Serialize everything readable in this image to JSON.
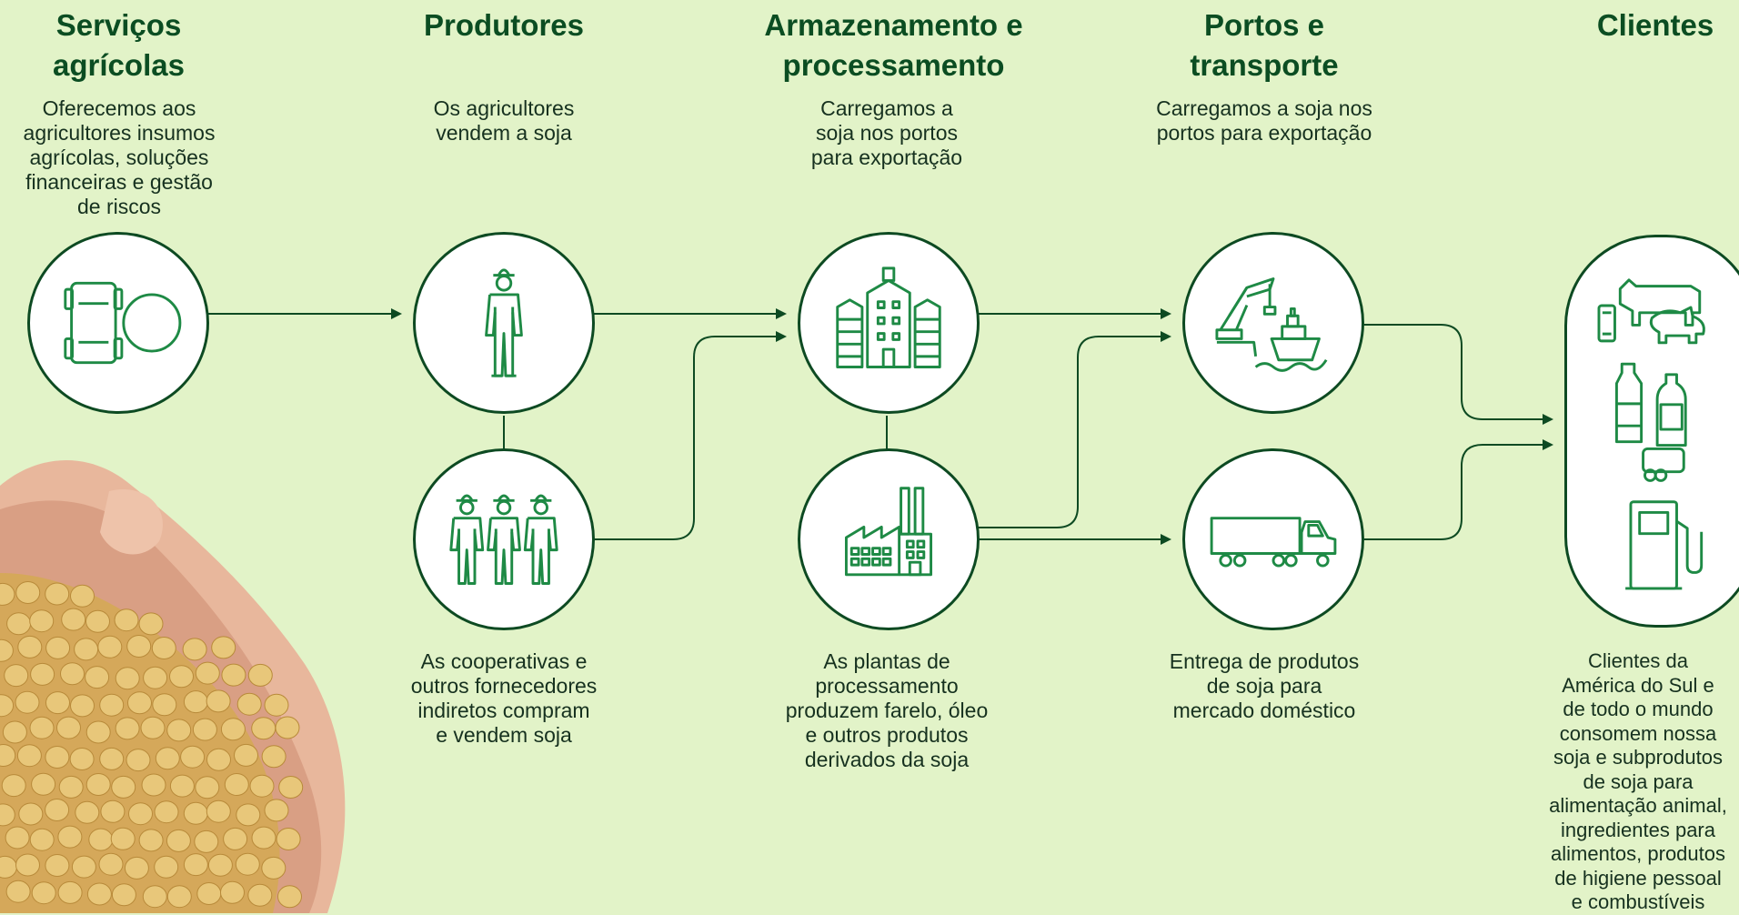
{
  "stages": {
    "services": {
      "title": "Serviços\nagrícolas",
      "description": "Oferecemos aos\nagricultores insumos\nagrícolas, soluções\nfinanceiras e gestão\nde riscos",
      "icon": "tractor-icon"
    },
    "producers": {
      "title": "Produtores",
      "description": "Os agricultores\nvendem a soja",
      "icon": "farmer-icon",
      "sub_description": "As cooperativas e\noutros fornecedores\nindiretos compram\ne vendem soja",
      "sub_icon": "cooperative-farmers-icon"
    },
    "storage": {
      "title": "Armazenamento e\nprocessamento",
      "description": "Carregamos a\nsoja nos portos\npara exportação",
      "icon": "grain-silo-icon",
      "sub_description": "As plantas de\nprocessamento\nproduzem farelo, óleo\ne outros produtos\nderivados da soja",
      "sub_icon": "factory-icon"
    },
    "ports": {
      "title": "Portos e\ntransporte",
      "description": "Carregamos a soja nos\nportos para exportação",
      "icon": "port-crane-ship-icon",
      "sub_description": "Entrega de produtos\nde soja para\nmercado doméstico",
      "sub_icon": "truck-icon"
    },
    "clients": {
      "title": "Clientes",
      "description": "Clientes da\nAmérica do Sul e\nde todo o mundo\nconsomem nossa\nsoja e subprodutos\nde soja para\nalimentação animal,\ningredientes para\nalimentos, produtos\nde higiene pessoal\ne combustíveis",
      "icons": [
        "livestock-icon",
        "bottles-icon",
        "fuel-pump-icon"
      ]
    }
  },
  "colors": {
    "background": "#e2f3c8",
    "line": "#0d4a22",
    "icon": "#1e8a45",
    "heading": "#0b4d22"
  }
}
